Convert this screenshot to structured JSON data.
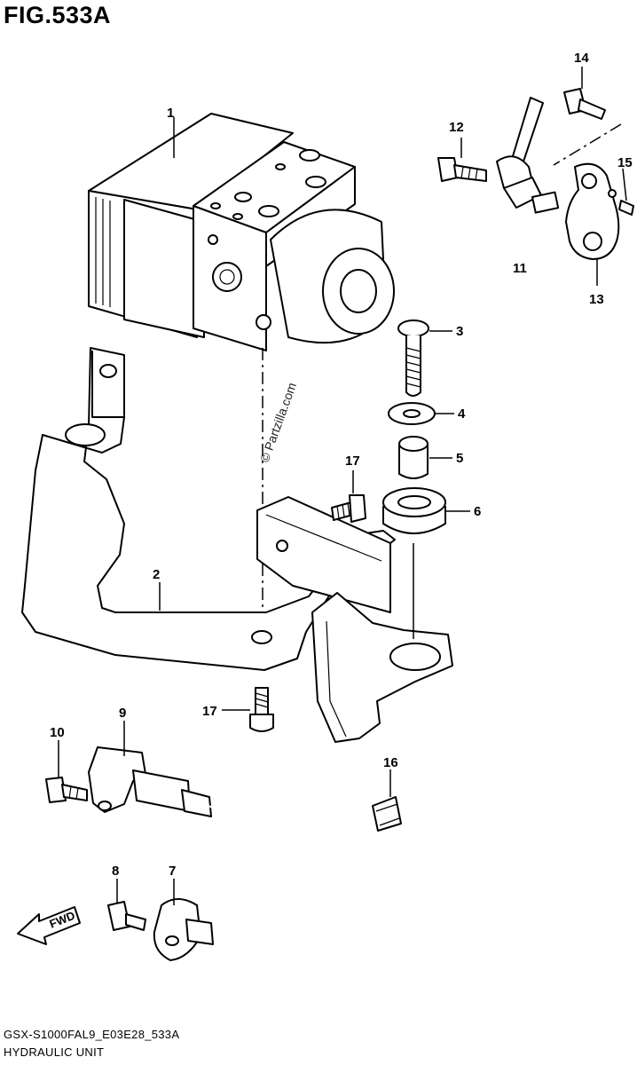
{
  "figure": {
    "title": "FIG.533A",
    "model_code": "GSX-S1000FAL9_E03E28_533A",
    "section_name": "HYDRAULIC UNIT",
    "watermark": "© Partzilla.com",
    "direction_label": "FWD"
  },
  "callouts": [
    {
      "id": "callout-1",
      "label": "1"
    },
    {
      "id": "callout-2",
      "label": "2"
    },
    {
      "id": "callout-3",
      "label": "3"
    },
    {
      "id": "callout-4",
      "label": "4"
    },
    {
      "id": "callout-5",
      "label": "5"
    },
    {
      "id": "callout-6",
      "label": "6"
    },
    {
      "id": "callout-7",
      "label": "7"
    },
    {
      "id": "callout-8",
      "label": "8"
    },
    {
      "id": "callout-9",
      "label": "9"
    },
    {
      "id": "callout-10",
      "label": "10"
    },
    {
      "id": "callout-11",
      "label": "11"
    },
    {
      "id": "callout-12",
      "label": "12"
    },
    {
      "id": "callout-13",
      "label": "13"
    },
    {
      "id": "callout-14",
      "label": "14"
    },
    {
      "id": "callout-15",
      "label": "15"
    },
    {
      "id": "callout-16",
      "label": "16"
    },
    {
      "id": "callout-17a",
      "label": "17"
    },
    {
      "id": "callout-17b",
      "label": "17"
    }
  ]
}
